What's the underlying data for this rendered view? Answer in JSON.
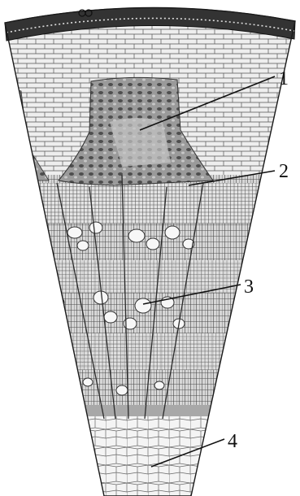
{
  "figure": {
    "description_free": true,
    "colors": {
      "background": "#ffffff",
      "ink": "#1a1a1a",
      "cork": "#2b2b2b",
      "cortex_fill": "#ececec",
      "phloem_fill": "#8a8a8a",
      "cambium_fill": "#b0b0b0",
      "xylem_fill": "#dcdcdc",
      "vessel_fill": "#f6f6f6",
      "pith_fill": "#f2f2f2"
    },
    "callouts": [
      {
        "label": "1"
      },
      {
        "label": "2"
      },
      {
        "label": "3"
      },
      {
        "label": "4"
      }
    ]
  }
}
